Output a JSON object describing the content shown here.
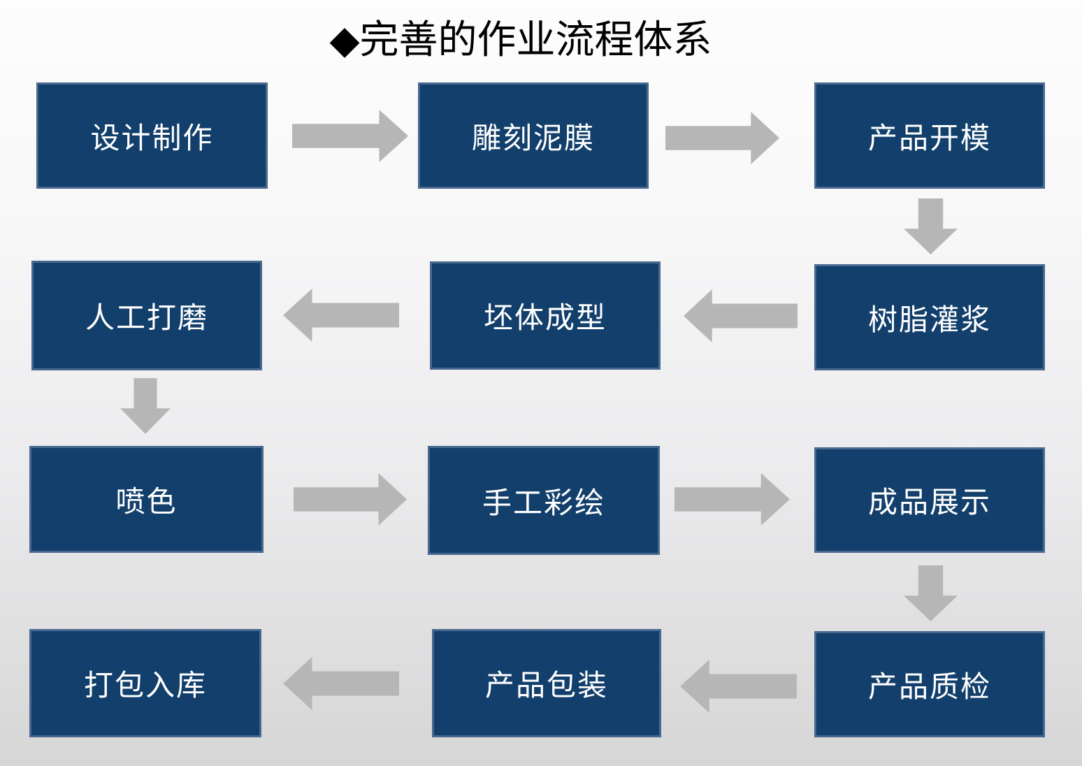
{
  "title": "◆完善的作业流程体系",
  "boxes": [
    {
      "id": "design-production",
      "label": "设计制作"
    },
    {
      "id": "carve-clay-mold",
      "label": "雕刻泥膜"
    },
    {
      "id": "product-mold-opening",
      "label": "产品开模"
    },
    {
      "id": "manual-polishing",
      "label": "人工打磨"
    },
    {
      "id": "blank-forming",
      "label": "坯体成型"
    },
    {
      "id": "resin-grouting",
      "label": "树脂灌浆"
    },
    {
      "id": "spray-color",
      "label": "喷色"
    },
    {
      "id": "hand-painting",
      "label": "手工彩绘"
    },
    {
      "id": "finished-display",
      "label": "成品展示"
    },
    {
      "id": "pack-into-warehouse",
      "label": "打包入库"
    },
    {
      "id": "product-packaging",
      "label": "产品包装"
    },
    {
      "id": "quality-inspection",
      "label": "产品质检"
    }
  ],
  "arrows": [
    {
      "from": "设计制作",
      "to": "雕刻泥膜",
      "direction": "right"
    },
    {
      "from": "雕刻泥膜",
      "to": "产品开模",
      "direction": "right"
    },
    {
      "from": "产品开模",
      "to": "树脂灌浆",
      "direction": "down"
    },
    {
      "from": "树脂灌浆",
      "to": "坯体成型",
      "direction": "left"
    },
    {
      "from": "坯体成型",
      "to": "人工打磨",
      "direction": "left"
    },
    {
      "from": "人工打磨",
      "to": "喷色",
      "direction": "down"
    },
    {
      "from": "喷色",
      "to": "手工彩绘",
      "direction": "right"
    },
    {
      "from": "手工彩绘",
      "to": "成品展示",
      "direction": "right"
    },
    {
      "from": "成品展示",
      "to": "产品质检",
      "direction": "down"
    },
    {
      "from": "产品质检",
      "to": "产品包装",
      "direction": "left"
    },
    {
      "from": "产品包装",
      "to": "打包入库",
      "direction": "left"
    }
  ],
  "colors": {
    "box_fill": "#123f6b",
    "box_border": "#47698f",
    "box_text": "#ffffff",
    "arrow": "#b6b6b6",
    "title_text": "#000000"
  }
}
